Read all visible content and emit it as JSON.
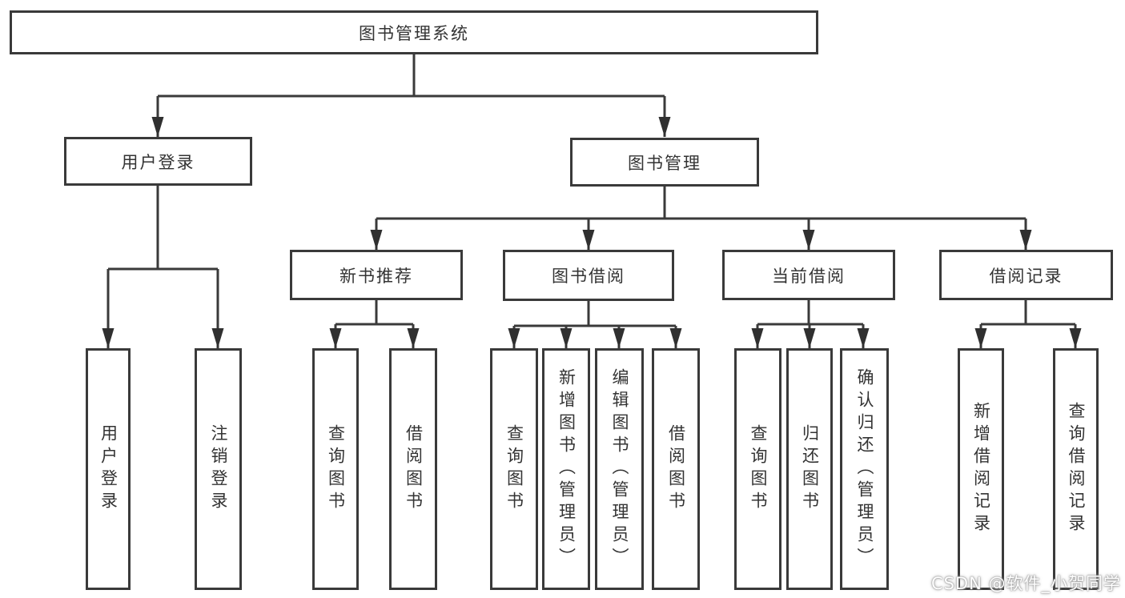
{
  "diagram": {
    "title": "图书管理系统",
    "type": "tree",
    "tree": {
      "label": "图书管理系统",
      "children": [
        {
          "label": "用户登录",
          "children": [
            {
              "label": "用户登录"
            },
            {
              "label": "注销登录"
            }
          ]
        },
        {
          "label": "图书管理",
          "children": [
            {
              "label": "新书推荐",
              "children": [
                {
                  "label": "查询图书"
                },
                {
                  "label": "借阅图书"
                }
              ]
            },
            {
              "label": "图书借阅",
              "children": [
                {
                  "label": "查询图书"
                },
                {
                  "label": "新增图书（管理员）"
                },
                {
                  "label": "编辑图书（管理员）"
                },
                {
                  "label": "借阅图书"
                }
              ]
            },
            {
              "label": "当前借阅",
              "children": [
                {
                  "label": "查询图书"
                },
                {
                  "label": "归还图书"
                },
                {
                  "label": "确认归还（管理员）"
                }
              ]
            },
            {
              "label": "借阅记录",
              "children": [
                {
                  "label": "新增借阅记录"
                },
                {
                  "label": "查询借阅记录"
                }
              ]
            }
          ]
        }
      ]
    }
  },
  "nodes": {
    "root": {
      "label": "图书管理系统"
    },
    "user_login": {
      "label": "用户登录"
    },
    "book_mgmt": {
      "label": "图书管理"
    },
    "new_book_rec": {
      "label": "新书推荐"
    },
    "book_borrow": {
      "label": "图书借阅"
    },
    "current_borrow": {
      "label": "当前借阅"
    },
    "borrow_records": {
      "label": "借阅记录"
    },
    "v_user_login": {
      "label": "用户登录"
    },
    "v_logout": {
      "label": "注销登录"
    },
    "v_query_book_rec": {
      "label": "查询图书"
    },
    "v_borrow_book_rec": {
      "label": "借阅图书"
    },
    "v_query_book_borrow": {
      "label": "查询图书"
    },
    "v_add_book": {
      "label": "新增图书（管理员）"
    },
    "v_edit_book": {
      "label": "编辑图书（管理员）"
    },
    "v_borrow_book_borrow": {
      "label": "借阅图书"
    },
    "v_query_book_current": {
      "label": "查询图书"
    },
    "v_return_book": {
      "label": "归还图书"
    },
    "v_confirm_return": {
      "label": "确认归还（管理员）"
    },
    "v_add_borrow_record": {
      "label": "新增借阅记录"
    },
    "v_query_borrow_record": {
      "label": "查询借阅记录"
    }
  },
  "watermark": {
    "text": "CSDN @软件_小贺同学"
  },
  "colors": {
    "line": "#3a3a3a",
    "box_border": "#3a3a3a",
    "text": "#333333",
    "background": "#ffffff",
    "watermark_text": "#ffffff"
  }
}
